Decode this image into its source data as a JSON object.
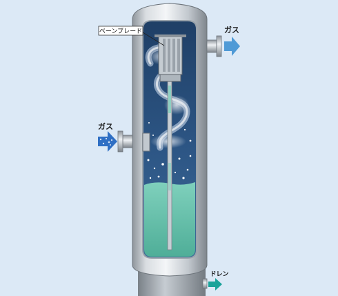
{
  "labels": {
    "gas_outlet": "ガス",
    "gas_inlet": "ガス",
    "vane_blade": "ベーンブレード",
    "drain": "ドレン"
  },
  "colors": {
    "background": "#dce9f6",
    "liquid": "#6fc6b0",
    "gas_arrow_out": "#4f9ad6",
    "gas_arrow_in": "#2f6fc4",
    "drain_arrow": "#1aa39a",
    "vessel_steel": "#b9bfc5",
    "vessel_interior": "#254a74"
  }
}
